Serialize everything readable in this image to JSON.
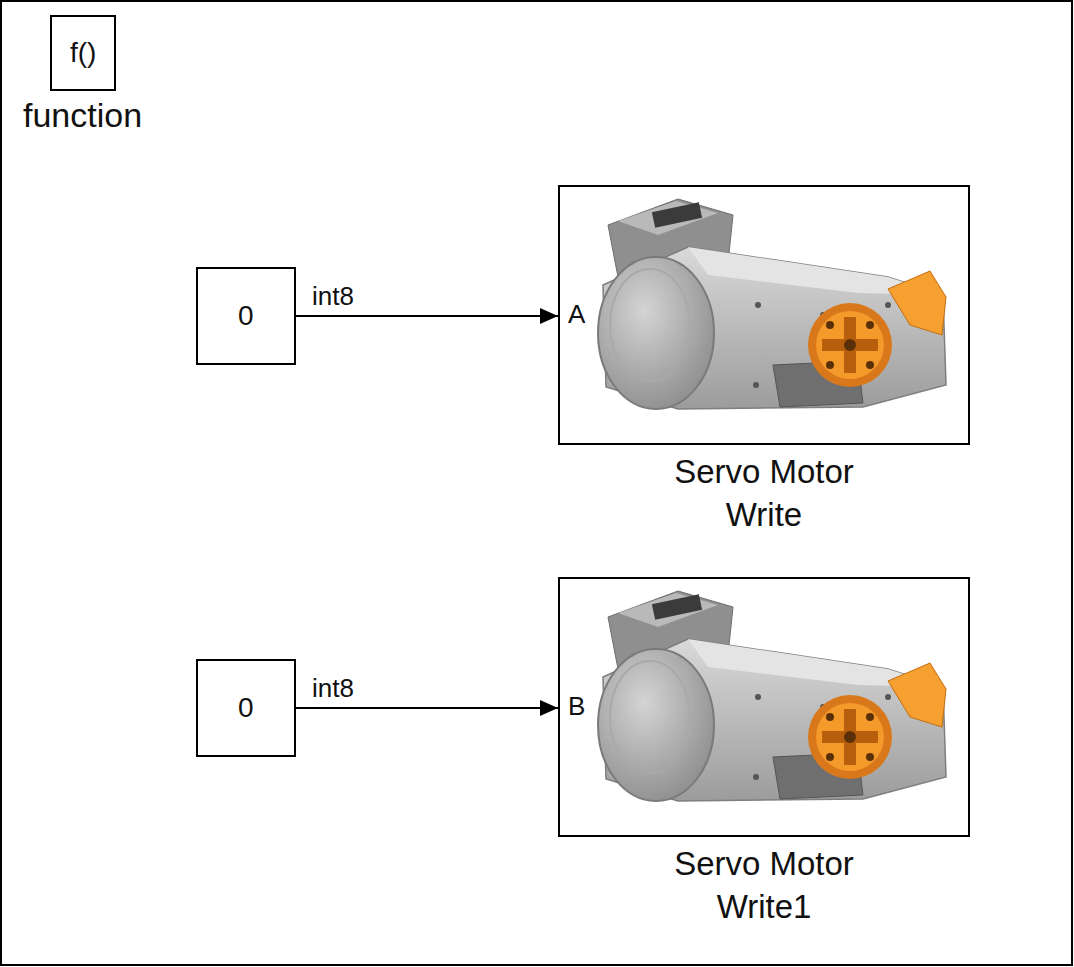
{
  "diagram": {
    "nodes": [
      {
        "text": [
          "f()",
          "function"
        ]
      },
      {
        "text": [
          "0"
        ]
      },
      {
        "text": [
          "A",
          "Servo Motor Write"
        ]
      },
      {
        "text": [
          "0"
        ]
      },
      {
        "text": [
          "B",
          "Servo Motor Write1"
        ]
      }
    ],
    "edges": [
      {
        "from": 1,
        "to": 2,
        "arrow": "to",
        "label": "int8"
      },
      {
        "from": 3,
        "to": 4,
        "arrow": "to",
        "label": "int8"
      }
    ]
  }
}
